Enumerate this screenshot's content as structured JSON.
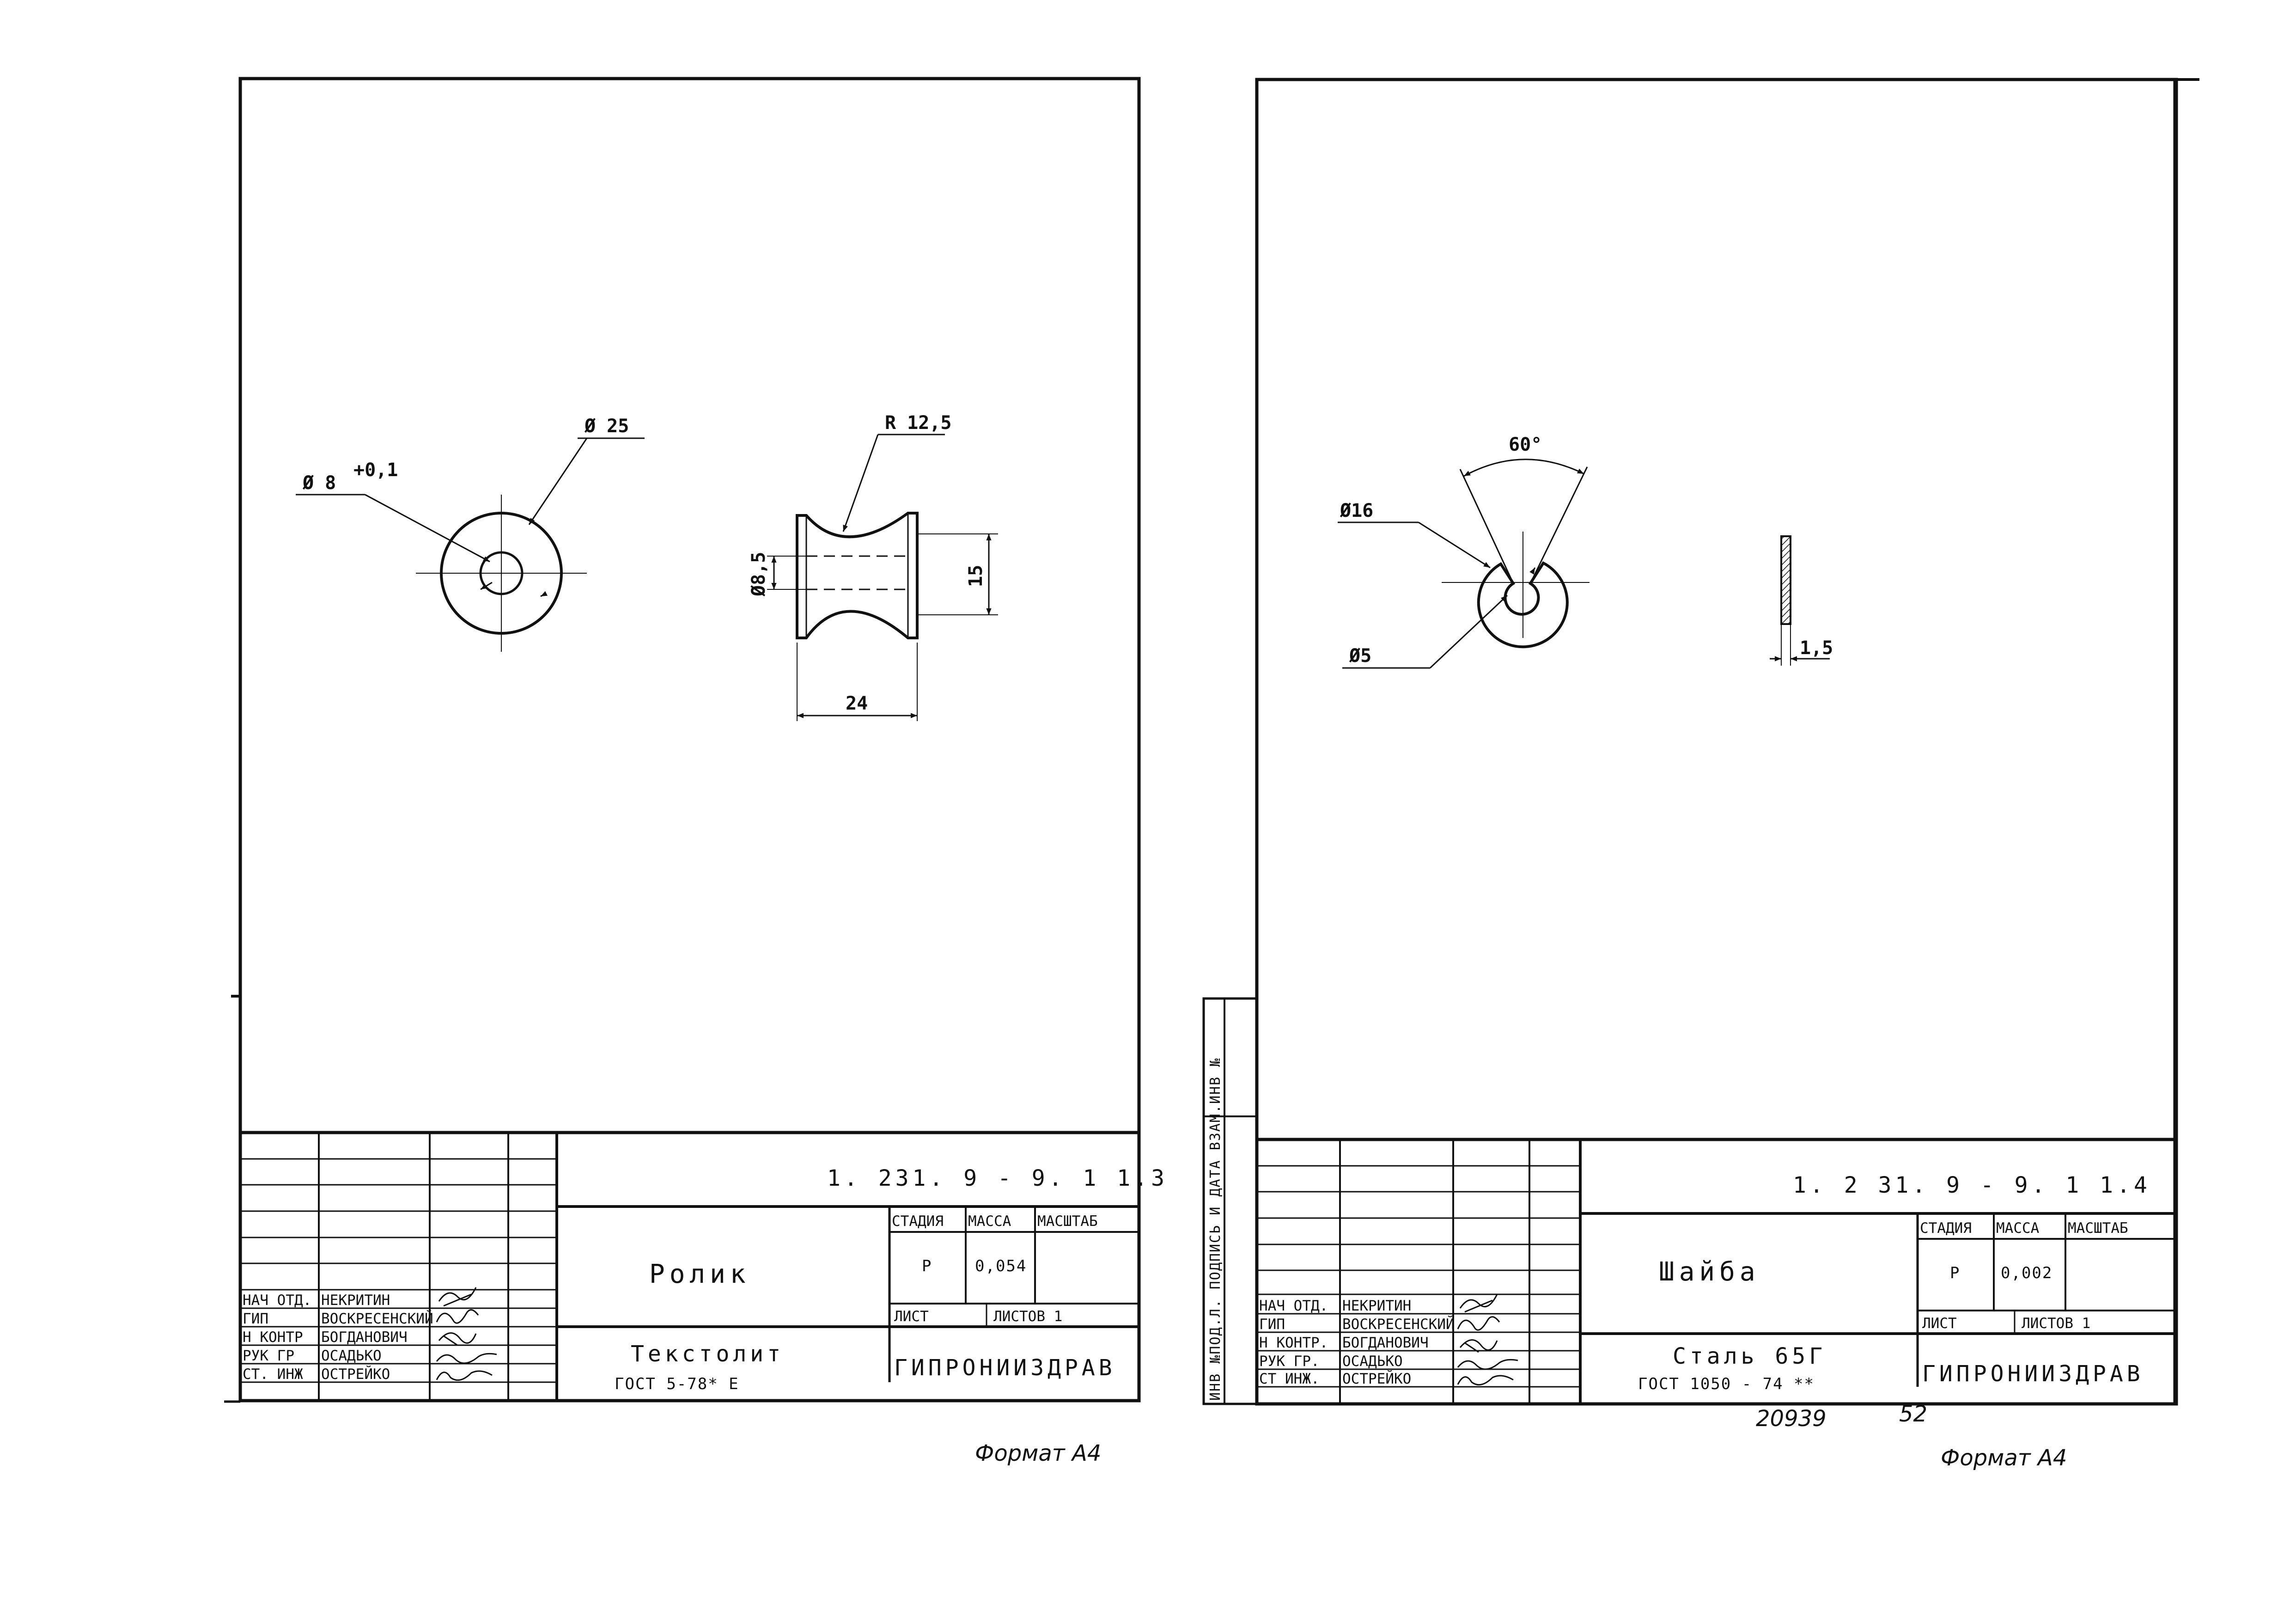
{
  "sheet1": {
    "code": "1. 231. 9 - 9. 1  1.3",
    "part_name": "Ролик",
    "material_line1": "Текстолит",
    "material_line2": "ГОСТ  5-78* Е",
    "stage": "Р",
    "mass": "0,054",
    "header_stage": "СТАДИЯ",
    "header_mass": "МАССА",
    "header_scale": "МАСШТАБ",
    "sheet_label": "ЛИСТ",
    "sheets_label": "ЛИСТОВ   1",
    "org": "ГИПРОНИИЗДРАВ",
    "roles": [
      "НАЧ ОТД.",
      "ГИП",
      "Н КОНТР",
      "РУК ГР",
      "СТ. ИНЖ"
    ],
    "names": [
      "НЕКРИТИН",
      "ВОСКРЕСЕНСКИЙ",
      "БОГДАНОВИЧ",
      "ОСАДЬКО",
      "ОСТРЕЙКО"
    ],
    "dims": {
      "hole": "Ø 8",
      "hole_tol": "+0,1",
      "outer": "Ø 25",
      "radius": "R 12,5",
      "neck": "Ø8,5",
      "height": "15",
      "width": "24"
    },
    "format": "Формат А4"
  },
  "sheet2": {
    "code": "1. 2 31. 9 - 9. 1  1.4",
    "part_name": "Шайба",
    "material_line1": "Сталь 65Г",
    "material_line2": "ГОСТ  1050 - 74 **",
    "stage": "Р",
    "mass": "0,002",
    "header_stage": "СТАДИЯ",
    "header_mass": "МАССА",
    "header_scale": "МАСШТАБ",
    "sheet_label": "ЛИСТ",
    "sheets_label": "ЛИСТОВ   1",
    "org": "ГИПРОНИИЗДРАВ",
    "roles": [
      "НАЧ ОТД.",
      "ГИП",
      "Н КОНТР.",
      "РУК ГР.",
      "СТ ИНЖ."
    ],
    "names": [
      "НЕКРИТИН",
      "ВОСКРЕСЕНСКИЙ",
      "БОГДАНОВИЧ",
      "ОСАДЬКО",
      "ОСТРЕЙКО"
    ],
    "dims": {
      "angle": "60°",
      "outer": "Ø16",
      "hole": "Ø5",
      "thickness": "1,5"
    },
    "side_label": "ИНВ №ПОД.Л. ПОДПИСЬ И ДАТА ВЗАМ.ИНВ №",
    "archive_no": "20939",
    "page_no": "52",
    "format": "Формат А4"
  }
}
